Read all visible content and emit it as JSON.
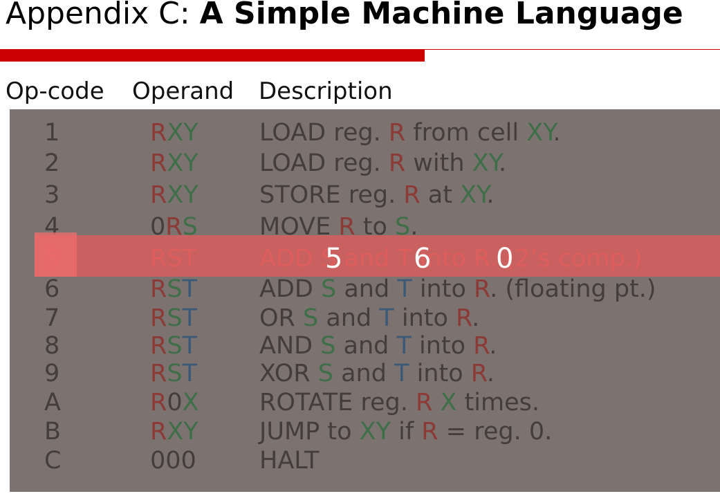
{
  "title": {
    "prefix": "Appendix C: ",
    "bold": "A Simple Machine Language"
  },
  "headers": {
    "opcode": "Op-code",
    "operand": "Operand",
    "description": "Description"
  },
  "rows": [
    {
      "op": "1",
      "operand": [
        [
          "R",
          "r"
        ],
        [
          "XY",
          "g"
        ]
      ],
      "desc": [
        [
          "LOAD reg. ",
          ""
        ],
        [
          "R",
          "r"
        ],
        [
          " from cell ",
          ""
        ],
        [
          "XY",
          "g"
        ],
        [
          ".",
          ""
        ]
      ]
    },
    {
      "op": "2",
      "operand": [
        [
          "R",
          "r"
        ],
        [
          "XY",
          "g"
        ]
      ],
      "desc": [
        [
          "LOAD reg. ",
          ""
        ],
        [
          "R",
          "r"
        ],
        [
          " with ",
          ""
        ],
        [
          "XY",
          "g"
        ],
        [
          ".",
          ""
        ]
      ]
    },
    {
      "op": "3",
      "operand": [
        [
          "R",
          "r"
        ],
        [
          "XY",
          "g"
        ]
      ],
      "desc": [
        [
          "STORE reg. ",
          ""
        ],
        [
          "R",
          "r"
        ],
        [
          " at ",
          ""
        ],
        [
          "XY",
          "g"
        ],
        [
          ".",
          ""
        ]
      ]
    },
    {
      "op": "4",
      "operand": [
        [
          "0",
          ""
        ],
        [
          "R",
          "r"
        ],
        [
          "S",
          "g"
        ]
      ],
      "desc": [
        [
          "MOVE ",
          ""
        ],
        [
          "R",
          "r"
        ],
        [
          " to ",
          ""
        ],
        [
          "S",
          "g"
        ],
        [
          ".",
          ""
        ]
      ]
    },
    {
      "op": "5",
      "operand": [
        [
          "R",
          "r"
        ],
        [
          "S",
          "g"
        ],
        [
          "T",
          "b"
        ]
      ],
      "desc": [
        [
          "ADD ",
          ""
        ],
        [
          "S",
          "g"
        ],
        [
          " and ",
          ""
        ],
        [
          "T",
          "b"
        ],
        [
          " into ",
          ""
        ],
        [
          "R",
          "r"
        ],
        [
          ". (2’s comp.)",
          ""
        ]
      ]
    },
    {
      "op": "6",
      "operand": [
        [
          "R",
          "r"
        ],
        [
          "S",
          "g"
        ],
        [
          "T",
          "b"
        ]
      ],
      "desc": [
        [
          "ADD ",
          ""
        ],
        [
          "S",
          "g"
        ],
        [
          " and ",
          ""
        ],
        [
          "T",
          "b"
        ],
        [
          " into ",
          ""
        ],
        [
          "R",
          "r"
        ],
        [
          ". (floating pt.)",
          ""
        ]
      ]
    },
    {
      "op": "7",
      "operand": [
        [
          "R",
          "r"
        ],
        [
          "S",
          "g"
        ],
        [
          "T",
          "b"
        ]
      ],
      "desc": [
        [
          "OR ",
          ""
        ],
        [
          "S",
          "g"
        ],
        [
          " and ",
          ""
        ],
        [
          "T",
          "b"
        ],
        [
          " into ",
          ""
        ],
        [
          "R",
          "r"
        ],
        [
          ".",
          ""
        ]
      ]
    },
    {
      "op": "8",
      "operand": [
        [
          "R",
          "r"
        ],
        [
          "S",
          "g"
        ],
        [
          "T",
          "b"
        ]
      ],
      "desc": [
        [
          "AND ",
          ""
        ],
        [
          "S",
          "g"
        ],
        [
          " and ",
          ""
        ],
        [
          "T",
          "b"
        ],
        [
          " into ",
          ""
        ],
        [
          "R",
          "r"
        ],
        [
          ".",
          ""
        ]
      ]
    },
    {
      "op": "9",
      "operand": [
        [
          "R",
          "r"
        ],
        [
          "S",
          "g"
        ],
        [
          "T",
          "b"
        ]
      ],
      "desc": [
        [
          "XOR ",
          ""
        ],
        [
          "S",
          "g"
        ],
        [
          " and ",
          ""
        ],
        [
          "T",
          "b"
        ],
        [
          " into ",
          ""
        ],
        [
          "R",
          "r"
        ],
        [
          ".",
          ""
        ]
      ]
    },
    {
      "op": "A",
      "operand": [
        [
          "R",
          "r"
        ],
        [
          "0",
          ""
        ],
        [
          "X",
          "g"
        ]
      ],
      "desc": [
        [
          "ROTATE reg. ",
          ""
        ],
        [
          "R",
          "r"
        ],
        [
          " ",
          ""
        ],
        [
          "X",
          "g"
        ],
        [
          " times.",
          ""
        ]
      ]
    },
    {
      "op": "B",
      "operand": [
        [
          "R",
          "r"
        ],
        [
          "XY",
          "g"
        ]
      ],
      "desc": [
        [
          "JUMP to ",
          ""
        ],
        [
          "XY",
          "g"
        ],
        [
          " if ",
          ""
        ],
        [
          "R",
          "r"
        ],
        [
          " = reg. 0.",
          ""
        ]
      ]
    },
    {
      "op": "C",
      "operand": [
        [
          "000",
          ""
        ]
      ],
      "desc": [
        [
          "HALT",
          ""
        ]
      ]
    }
  ],
  "highlight": {
    "row_index": 4,
    "overlay_values": [
      "5",
      "6",
      "0"
    ]
  },
  "colors": {
    "accent_red": "#cc0000",
    "panel": "#7c7270",
    "highlight": "#e65a5a"
  }
}
